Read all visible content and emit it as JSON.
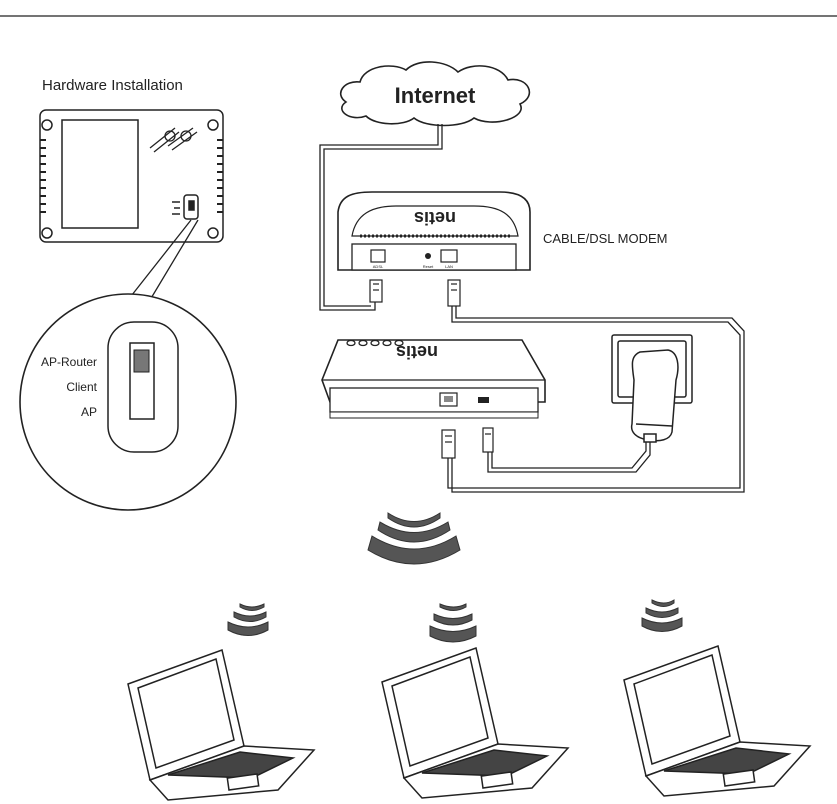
{
  "title": "Hardware Installation",
  "cloud_label": "Internet",
  "modem": {
    "label": "CABLE/DSL MODEM",
    "brand": "netis",
    "port_labels": [
      "ADSL",
      "Reset",
      "LAN"
    ]
  },
  "router": {
    "brand": "netis"
  },
  "switch_modes": [
    "AP-Router",
    "Client",
    "AP"
  ],
  "laptops": [
    "laptop-left",
    "laptop-center",
    "laptop-right"
  ],
  "colors": {
    "line": "#222222",
    "wave": "#555555",
    "background": "#ffffff"
  }
}
